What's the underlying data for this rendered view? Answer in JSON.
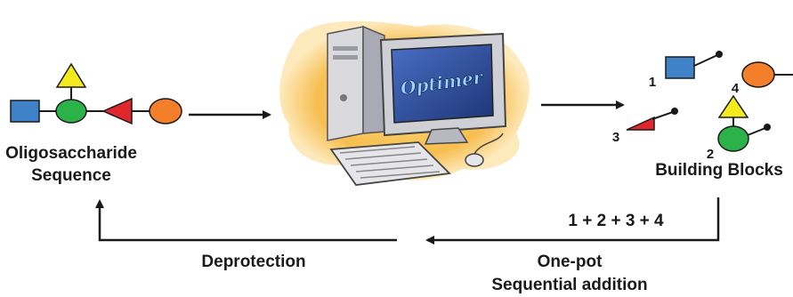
{
  "colors": {
    "blue": "#3f82c8",
    "green": "#2bb34a",
    "yellow": "#f4eb1d",
    "red": "#e0282c",
    "orange": "#f47f2a",
    "stroke": "#1a1a1a",
    "screen": "#2d4f9a",
    "splash": "#f6b73c"
  },
  "software": {
    "name": "Optimer"
  },
  "left": {
    "label_line1": "Oligosaccharide",
    "label_line2": "Sequence"
  },
  "right": {
    "label": "Building Blocks",
    "block_numbers": [
      "1",
      "2",
      "3",
      "4"
    ]
  },
  "bottom": {
    "sum": "1 + 2 + 3 + 4",
    "deprotection": "Deprotection",
    "onepot_line1": "One-pot",
    "onepot_line2": "Sequential addition"
  }
}
